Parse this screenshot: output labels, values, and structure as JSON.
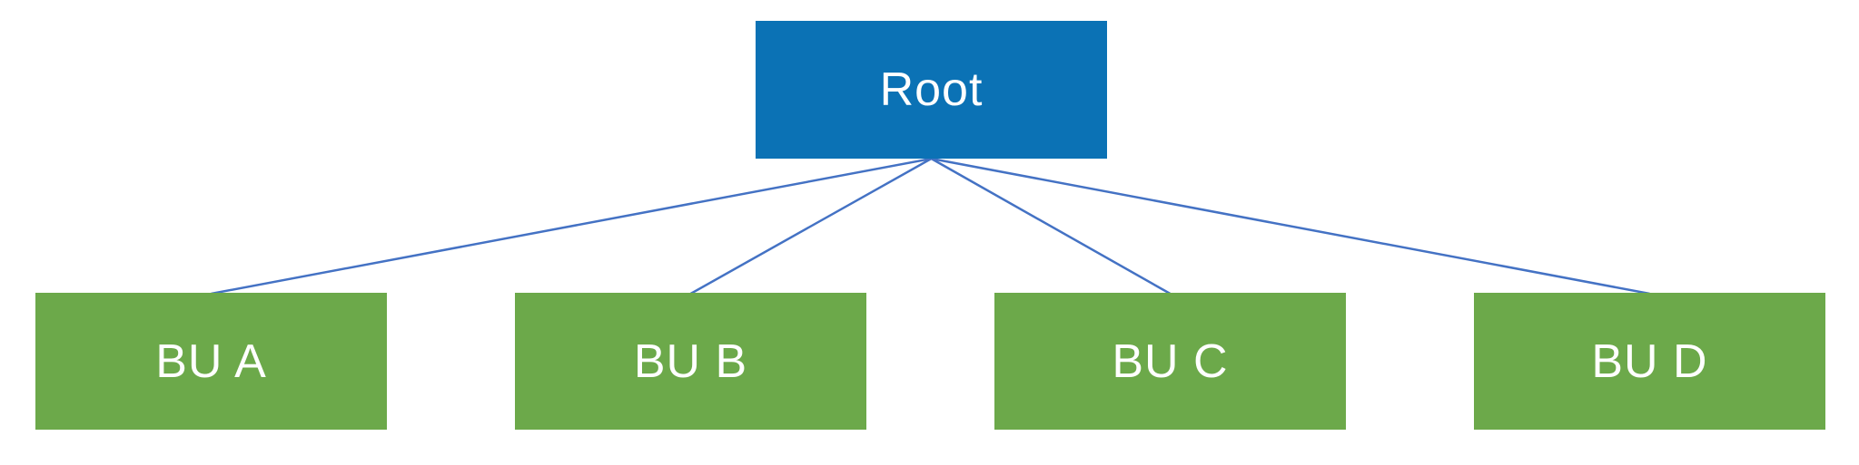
{
  "diagram": {
    "type": "org-chart-tree",
    "nodes": {
      "root": {
        "label": "Root"
      },
      "children": [
        {
          "label": "BU A"
        },
        {
          "label": "BU B"
        },
        {
          "label": "BU C"
        },
        {
          "label": "BU D"
        }
      ]
    },
    "colors": {
      "root_fill": "#0B72B5",
      "child_fill": "#6CA94A",
      "connector": "#4472C4",
      "text": "#FFFFFF",
      "background": "#FFFFFF"
    }
  }
}
